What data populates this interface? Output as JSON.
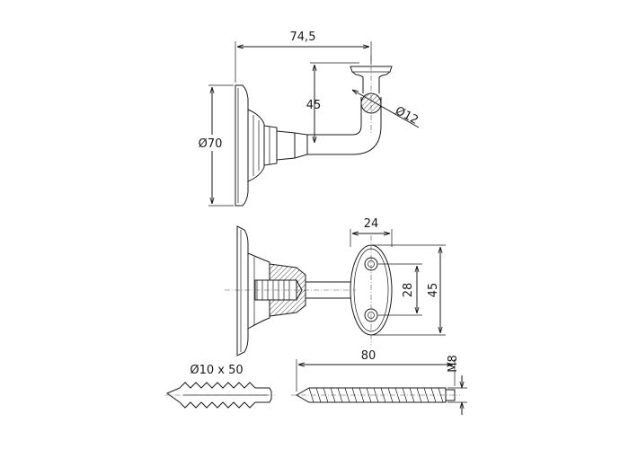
{
  "diagram": {
    "dimensions": {
      "side_view": {
        "length": "74,5",
        "height": "45",
        "rod_diameter": "Ø12",
        "base_diameter": "Ø70"
      },
      "front_view": {
        "plate_width": "24",
        "hole_spacing": "28",
        "plate_height": "45"
      },
      "fasteners": {
        "dowel": "Ø10 x 50",
        "screw_length": "80",
        "thread": "M8"
      }
    }
  }
}
